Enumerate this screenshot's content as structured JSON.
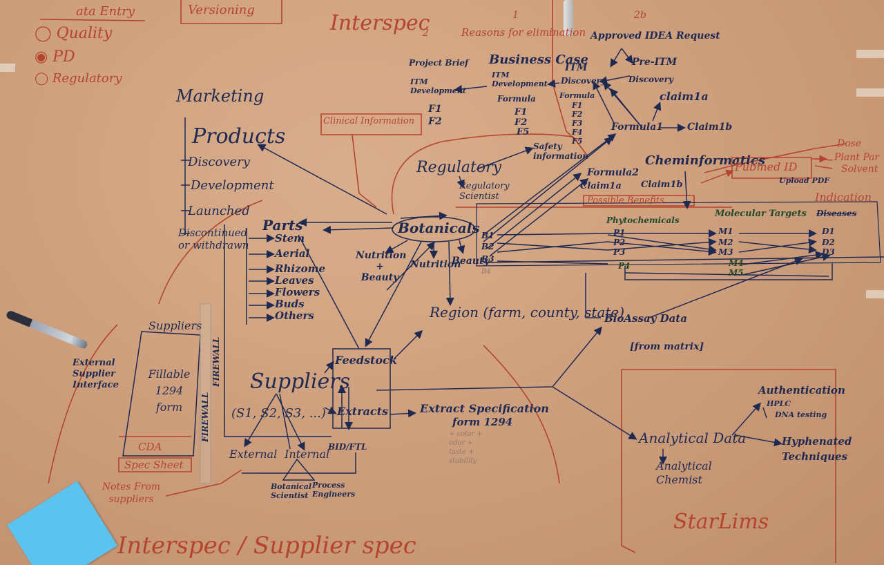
{
  "labels": {
    "data_entry": "ata Entry",
    "quality": "Quality",
    "pd": "PD",
    "regulatory_opt": "Regulatory",
    "versioning": "Versioning",
    "interspec_top": "Interspec",
    "num_2": "2",
    "num_1": "1",
    "num_2b": "2b",
    "reasons": "Reasons for elimination",
    "approved": "Approved IDEA Request",
    "itm": "ITM",
    "pre_itm": "Pre-ITM",
    "discovery1": "Discovery",
    "discovery2": "Discovery",
    "business_case": "Business Case",
    "project_brief": "Project Brief",
    "itm_dev1": "ITM Development",
    "itm_dev2": "ITM Development",
    "formula_a": "Formula",
    "f1a": "F1",
    "f2a": "F2",
    "f1b": "F1",
    "f2b": "F2",
    "f5b": "F5",
    "formula_c": "Formula",
    "fc": "F1 F2 F3 F4 F5",
    "claim1a": "claim1a",
    "formula1": "Formula1",
    "claim1b": "Claim1b",
    "marketing": "Marketing",
    "products": "Products",
    "discovery_m": "Discovery",
    "development_m": "Development",
    "launched": "Launched",
    "discontinued": "Discontinued or withdrawn",
    "clinical": "Clinical Information",
    "safety": "Safety information",
    "regulatory": "Regulatory",
    "reg_sci": "Regulatory Scientist",
    "formula2": "Formula2",
    "claim1a_2": "Claim1a",
    "claim1b_2": "Claim1b",
    "chem": "Cheminformatics",
    "pubmed": "Pubmed ID",
    "upload_pdf": "Upload PDF",
    "dose": "Dose",
    "plant_part": "Plant Par",
    "solvent": "Solvent",
    "possible": "Possible Benefits",
    "indication": "Indication",
    "diseases": "Diseases",
    "phyto": "Phytochemicals",
    "mol_targets": "Molecular Targets",
    "p1": "P1",
    "p2": "P2",
    "p3": "P3",
    "p4": "P4",
    "m1": "M1",
    "m2": "M2",
    "m3": "M3",
    "m4": "M4",
    "m5": "M5",
    "d1": "D1",
    "d2": "D2",
    "d3": "D3",
    "b1": "B1",
    "b2": "B2",
    "b3": "B3",
    "b4": "B4",
    "parts": "Parts",
    "stem": "Stem",
    "aerial": "Aerial",
    "rhizome": "Rhizome",
    "leaves": "Leaves",
    "flowers": "Flowers",
    "buds": "Buds",
    "others": "Others",
    "botanicals": "Botanicals",
    "nutrition_beauty": "Nutrition + Beauty",
    "nutrition": "Nutrition",
    "beauty": "Beauty",
    "region": "Region (farm, county, state)",
    "bioassay": "BioAssay Data",
    "from_matrix": "[from matrix]",
    "suppliers_box": "Suppliers",
    "fillable": "Fillable 1294 form",
    "cda": "CDA",
    "spec_sheet": "Spec Sheet",
    "external_interface": "External Supplier Interface",
    "firewall1": "FIREWALL",
    "firewall2": "FIREWALL",
    "suppliers": "Suppliers",
    "s_list": "(S1, S2, S3, ...)",
    "feedstock": "Feedstock",
    "extracts": "Extracts",
    "extract_spec": "Extract Specification",
    "form1294": "form 1294",
    "spec_notes": "+ color + odor + taste + stability",
    "external": "External",
    "internal": "Internal",
    "bid": "BID/FTL",
    "botanical_sci": "Botanical Scientist",
    "process_eng": "Process Engineers",
    "notes": "Notes From suppliers",
    "analytical": "Analytical Data",
    "anal_chem": "Analytical Chemist",
    "authentication": "Authentication",
    "hplc": "HPLC",
    "dna": "DNA testing",
    "hyphenated": "Hyphenated Techniques",
    "starlims": "StarLims",
    "interspec_bottom": "Interspec / Supplier spec"
  },
  "colors": {
    "ink_blue": "#1f2a52",
    "ink_red": "#b5442e",
    "ink_green": "#1f4a2c",
    "paper": "#cfa07e"
  }
}
